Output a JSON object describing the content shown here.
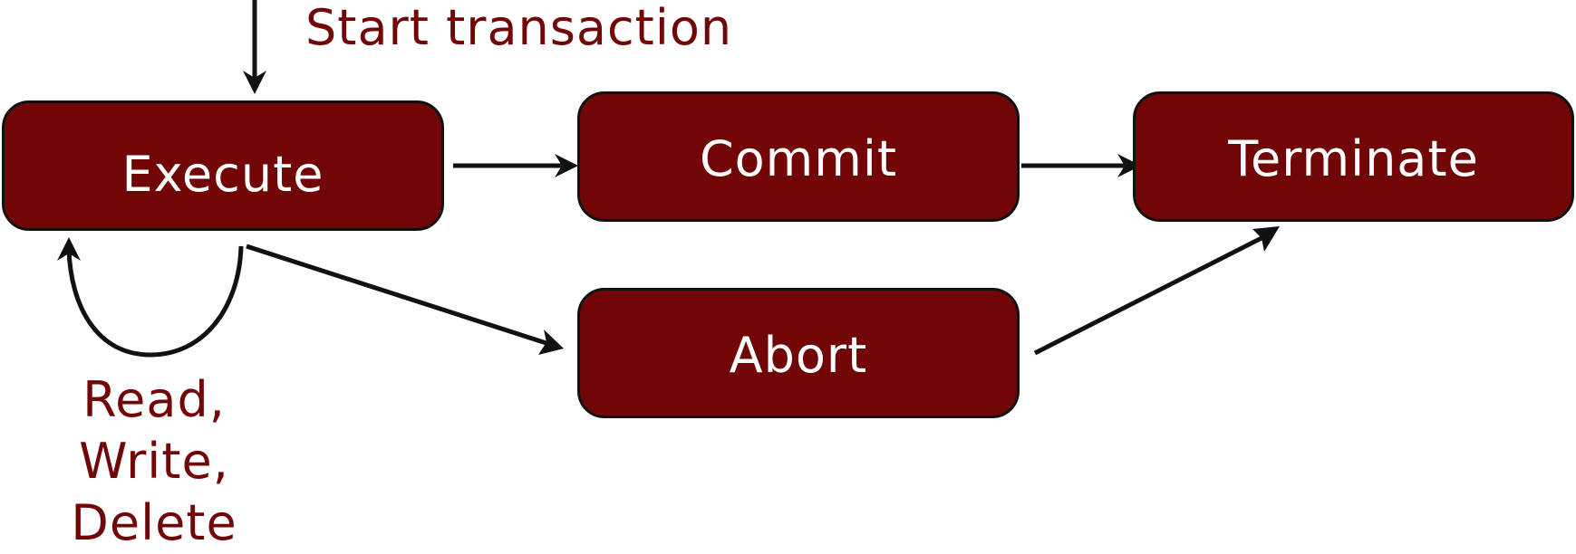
{
  "colors": {
    "node_fill": "#720606",
    "node_border": "#111111",
    "node_text": "#ffffff",
    "label_text": "#720606",
    "arrow": "#111111"
  },
  "nodes": {
    "execute": "Execute",
    "commit": "Commit",
    "terminate": "Terminate",
    "abort": "Abort"
  },
  "labels": {
    "start": "Start transaction",
    "loop_line1": "Read, Write,",
    "loop_line2": "Delete"
  },
  "edges": [
    {
      "from": "start",
      "to": "execute"
    },
    {
      "from": "execute",
      "to": "execute"
    },
    {
      "from": "execute",
      "to": "commit"
    },
    {
      "from": "execute",
      "to": "abort"
    },
    {
      "from": "commit",
      "to": "terminate"
    },
    {
      "from": "abort",
      "to": "terminate"
    }
  ]
}
